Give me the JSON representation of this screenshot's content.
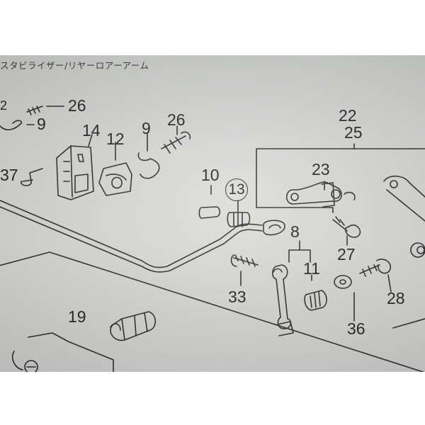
{
  "diagram": {
    "title": "スタビライザー/リヤーロアーアーム",
    "callouts": {
      "p26a": "26",
      "p9a": "9",
      "p14": "14",
      "p12": "12",
      "p9b": "9",
      "p26b": "26",
      "p22": "22",
      "p25": "25",
      "p37": "37",
      "p10": "10",
      "p13": "13",
      "p23": "23",
      "p8": "8",
      "p27": "27",
      "p11": "11",
      "p33": "33",
      "p28": "28",
      "p36": "36",
      "p19": "19",
      "p2": "2"
    }
  }
}
